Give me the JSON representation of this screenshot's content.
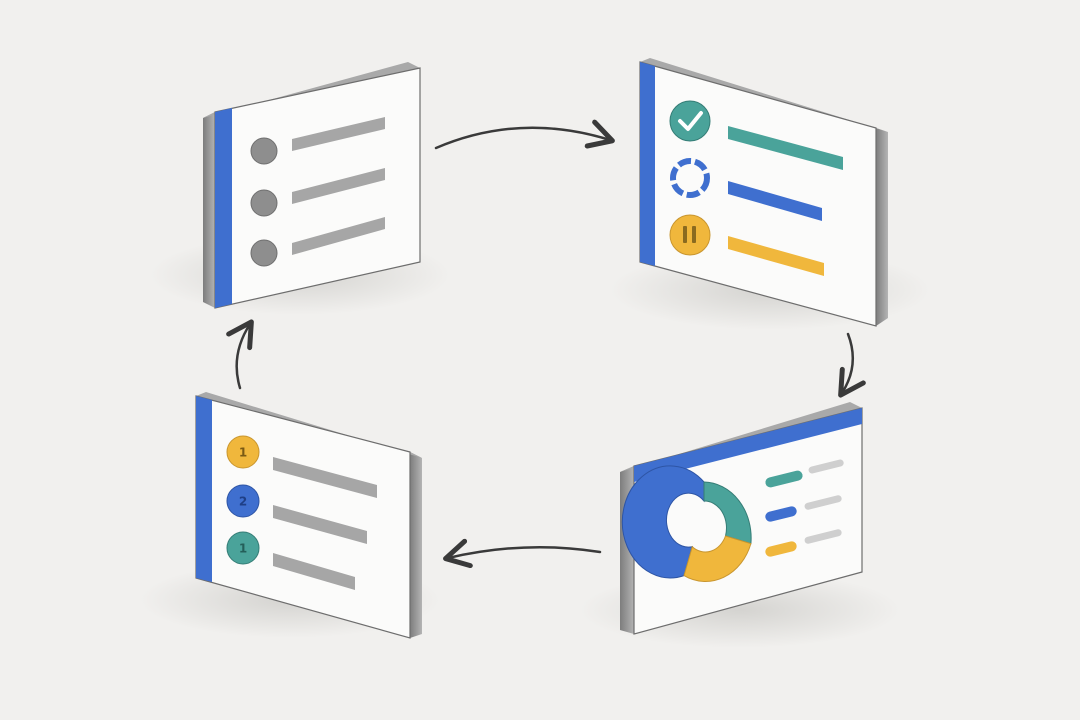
{
  "diagram": {
    "type": "cycle",
    "direction": "clockwise",
    "colors": {
      "background": "#f1f0ee",
      "blue": "#3f6fcf",
      "teal": "#4aa39a",
      "yellow": "#f0b73c",
      "gray": "#8e8e8e",
      "light_gray": "#cfcfcf",
      "card_face": "#fbfbfa",
      "card_edge": "#9a9a9a",
      "arrow": "#3a3a3a"
    },
    "cards": [
      {
        "id": "queued-list",
        "items": [
          {
            "icon": "gray-dot-icon"
          },
          {
            "icon": "gray-dot-icon"
          },
          {
            "icon": "gray-dot-icon"
          }
        ]
      },
      {
        "id": "status-list",
        "items": [
          {
            "icon": "check-circle-icon",
            "color": "teal"
          },
          {
            "icon": "progress-ring-icon",
            "color": "blue"
          },
          {
            "icon": "pause-circle-icon",
            "color": "yellow"
          }
        ]
      },
      {
        "id": "summary-chart",
        "chart": {
          "type": "donut",
          "segments": [
            "blue",
            "teal",
            "yellow"
          ]
        },
        "legend": [
          "teal",
          "blue",
          "yellow"
        ]
      },
      {
        "id": "numbered-list",
        "items": [
          {
            "number": "1",
            "color": "yellow"
          },
          {
            "number": "2",
            "color": "blue"
          },
          {
            "number": "1",
            "color": "teal"
          }
        ]
      }
    ],
    "arrows": [
      {
        "from": "queued-list",
        "to": "status-list"
      },
      {
        "from": "status-list",
        "to": "summary-chart"
      },
      {
        "from": "summary-chart",
        "to": "numbered-list"
      },
      {
        "from": "numbered-list",
        "to": "queued-list"
      }
    ]
  }
}
